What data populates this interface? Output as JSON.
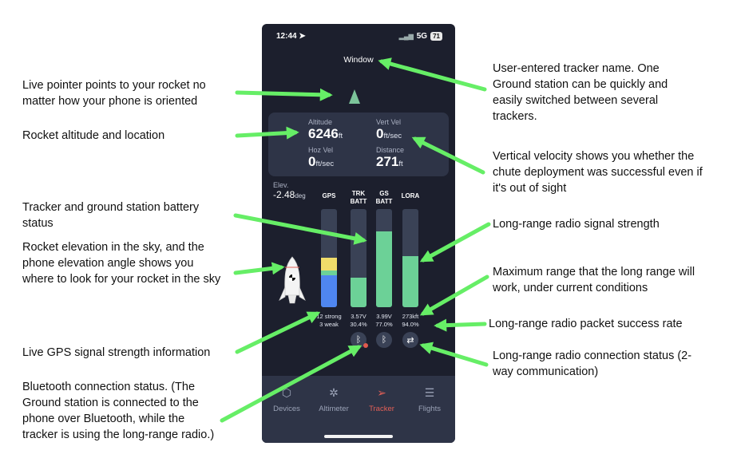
{
  "annotations": {
    "pointer": "Live pointer points to your rocket no matter how your phone is oriented",
    "altitude": "Rocket altitude and location",
    "battery": "Tracker and ground station battery status",
    "elevation": "Rocket elevation in the sky, and the phone elevation angle shows you where to look for your rocket in the sky",
    "gps": "Live GPS signal strength information",
    "bluetooth": "Bluetooth connection status. (The Ground station is connected to the phone over Bluetooth, while the tracker is using the long-range radio.)",
    "tracker_name": "User-entered tracker name. One Ground station can be quickly and easily switched between several trackers.",
    "vert_vel": "Vertical velocity shows you whether the chute deployment was successful even if it's out of sight",
    "lora_signal": "Long-range radio signal strength",
    "max_range": "Maximum range that the long range will work, under current conditions",
    "packet_rate": "Long-range radio packet success rate",
    "connection": "Long-range radio connection status (2-way communication)"
  },
  "status": {
    "time": "12:44",
    "network": "5G",
    "battery": "71"
  },
  "tracker_name": "Window",
  "metrics": {
    "altitude": {
      "label": "Altitude",
      "value": "6246",
      "unit": "ft"
    },
    "vert_vel": {
      "label": "Vert Vel",
      "value": "0",
      "unit": "ft/sec"
    },
    "hoz_vel": {
      "label": "Hoz Vel",
      "value": "0",
      "unit": "ft/sec"
    },
    "distance": {
      "label": "Distance",
      "value": "271",
      "unit": "ft"
    }
  },
  "elevation": {
    "label": "Elev.",
    "value": "-2.48",
    "unit": "deg"
  },
  "columns": {
    "gps": {
      "header": "GPS",
      "line1": "12 strong",
      "line2": "3 weak"
    },
    "trk": {
      "header1": "TRK",
      "header2": "BATT",
      "line1": "3.57V",
      "line2": "30.4%",
      "level": 0.304
    },
    "gs": {
      "header1": "GS",
      "header2": "BATT",
      "line1": "3.99V",
      "line2": "77.0%",
      "level": 0.77
    },
    "lora": {
      "header": "LORA",
      "line1": "273kft",
      "line2": "94.0%",
      "level": 0.52
    }
  },
  "colors": {
    "accent": "#e25f57",
    "bar_green": "#6cd197",
    "arrow": "#66ee66",
    "gps_yellow": "#f0dd6a",
    "gps_blue": "#4f86f0"
  },
  "icons": {
    "bt_tracker": "bluetooth-icon",
    "bt_station": "bluetooth-icon",
    "link": "swap-arrows-icon"
  },
  "nav": [
    {
      "label": "Devices",
      "icon": "devices-icon"
    },
    {
      "label": "Altimeter",
      "icon": "altimeter-icon"
    },
    {
      "label": "Tracker",
      "icon": "tracker-icon"
    },
    {
      "label": "Flights",
      "icon": "flights-icon"
    }
  ]
}
